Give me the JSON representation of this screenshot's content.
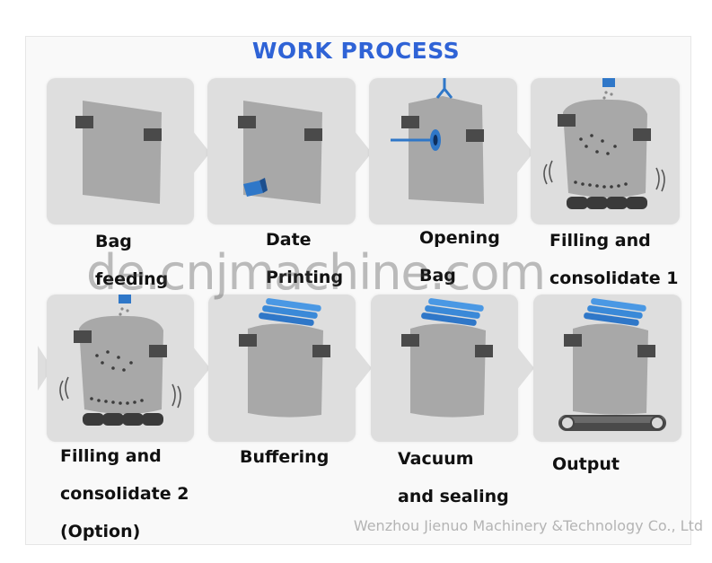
{
  "title": "WORK PROCESS",
  "steps": [
    {
      "label_lines": [
        "Bag",
        "feeding"
      ]
    },
    {
      "label_lines": [
        "Date",
        "Printing"
      ]
    },
    {
      "label_lines": [
        "Opening",
        "Bag"
      ]
    },
    {
      "label_lines": [
        "Filling and",
        "consolidate 1"
      ]
    },
    {
      "label_lines": [
        "Filling and",
        "consolidate 2",
        "(Option)"
      ]
    },
    {
      "label_lines": [
        "Buffering"
      ]
    },
    {
      "label_lines": [
        "Vacuum",
        "and sealing"
      ]
    },
    {
      "label_lines": [
        "Output"
      ]
    }
  ],
  "watermark": "de.cnjmachine.com",
  "company": "Wenzhou Jienuo Machinery &Technology Co., Ltd",
  "colors": {
    "title": "#2f63d6",
    "accent_blue": "#2f77c8",
    "panel": "#dedede",
    "bag": "#a9a9a9"
  }
}
